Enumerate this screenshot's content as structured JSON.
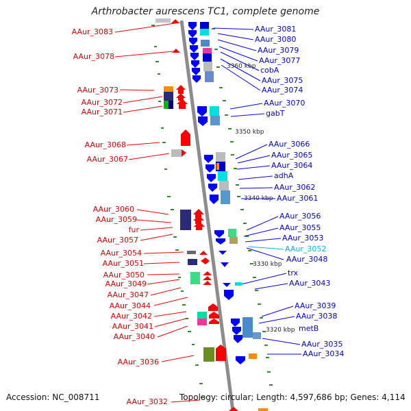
{
  "title": "Arthrobacter aurescens TC1, complete genome",
  "accession": "Accession: NC_008711",
  "topology": "Topology: circular; Length: 4,597,686 bp; Genes: 4,114",
  "colors": {
    "axis": "#8c8c8c",
    "tick": "#2e8b2e",
    "minus_label": "#dd0000",
    "plus_label": "#0000cc",
    "highlight_label": "#00b4e6",
    "minus_arrow": "#ff0000",
    "plus_arrow": "#0000ff"
  },
  "coordinate_labels": [
    "3360 kbp",
    "3350 kbp",
    "3340 kbp",
    "3330 kbp",
    "3320 kbp"
  ],
  "left_labels": [
    "AAur_3083",
    "AAur_3078",
    "AAur_3073",
    "AAur_3072",
    "AAur_3071",
    "AAur_3068",
    "AAur_3067",
    "AAur_3060",
    "AAur_3059",
    "fur",
    "AAur_3057",
    "AAur_3054",
    "AAur_3051",
    "AAur_3050",
    "AAur_3049",
    "AAur_3047",
    "AAur_3044",
    "AAur_3042",
    "AAur_3041",
    "AAur_3040",
    "AAur_3036",
    "AAur_3032"
  ],
  "right_labels": [
    "AAur_3081",
    "AAur_3080",
    "AAur_3079",
    "AAur_3077",
    "cobA",
    "AAur_3075",
    "AAur_3074",
    "AAur_3070",
    "gabT",
    "AAur_3066",
    "AAur_3065",
    "AAur_3064",
    "adhA",
    "AAur_3062",
    "AAur_3061",
    "AAur_3056",
    "AAur_3055",
    "AAur_3053",
    "AAur_3052",
    "AAur_3048",
    "trx",
    "AAur_3043",
    "AAur_3039",
    "AAur_3038",
    "metB",
    "AAur_3035",
    "AAur_3034"
  ]
}
